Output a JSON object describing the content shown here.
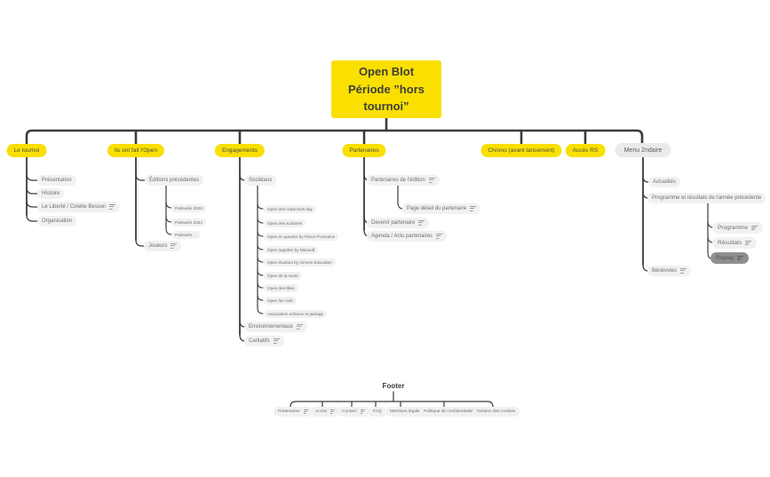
{
  "diagram": {
    "root": {
      "label": "Open Blot Période ”hors tournoi”"
    },
    "branches": [
      {
        "label": "Le tournoi",
        "children": [
          {
            "label": "Présentation"
          },
          {
            "label": "Histoire"
          },
          {
            "label": "Le Liberté / Colette Besson"
          },
          {
            "label": "Organisation"
          }
        ]
      },
      {
        "label": "Ils ont fait l'Open",
        "children": [
          {
            "label": "Éditions précédentes",
            "children": [
              {
                "label": "Palmarès 2025"
              },
              {
                "label": "Palmarès 2024"
              },
              {
                "label": "Palmarès ..."
              }
            ]
          },
          {
            "label": "Joueurs"
          }
        ]
      },
      {
        "label": "Engagements",
        "children": [
          {
            "label": "Sociétaux",
            "children": [
              {
                "label": "Open des clubs Kids day"
              },
              {
                "label": "Open des scolaires"
              },
              {
                "label": "Open en quartier by Pierre Promotion"
              },
              {
                "label": "Open together by Nikosoft"
              },
              {
                "label": "Open étudiant by Omnes Education"
              },
              {
                "label": "Open de la santé"
              },
              {
                "label": "Open des filles"
              },
              {
                "label": "Open fan club"
              },
              {
                "label": "Association enfance et partage"
              }
            ]
          },
          {
            "label": "Environnementaux"
          },
          {
            "label": "Caritatifs"
          }
        ]
      },
      {
        "label": "Partenaires",
        "children": [
          {
            "label": "Partenaires de l'édition",
            "children": [
              {
                "label": "Page détail du partenaire"
              }
            ]
          },
          {
            "label": "Devenir partenaire"
          },
          {
            "label": "Agenda / Actu partenaires"
          }
        ]
      },
      {
        "label": "Chrono (avant lancement)"
      },
      {
        "label": "Accès RS"
      },
      {
        "label": "Menu 2ndaire",
        "children": [
          {
            "label": "Actualités"
          },
          {
            "label": "Programme et résultats de l'année précédente",
            "children": [
              {
                "label": "Programme"
              },
              {
                "label": "Résultats"
              },
              {
                "label": "Replay"
              }
            ]
          },
          {
            "label": "Bénévoles"
          }
        ]
      }
    ],
    "footer": {
      "title": "Footer",
      "items": [
        {
          "label": "Partenaires"
        },
        {
          "label": "Accès"
        },
        {
          "label": "Contact"
        },
        {
          "label": "FAQ"
        },
        {
          "label": "Mentions légales"
        },
        {
          "label": "Politique de confidentialité"
        },
        {
          "label": "Gestion des cookies"
        }
      ]
    },
    "colors": {
      "accent_yellow": "#f9e000",
      "pill_gray": "#f1f1f1",
      "menu_gray": "#eaeaea",
      "selected_node_gray": "#8f8f8f",
      "line": "#3b3b3b"
    }
  }
}
